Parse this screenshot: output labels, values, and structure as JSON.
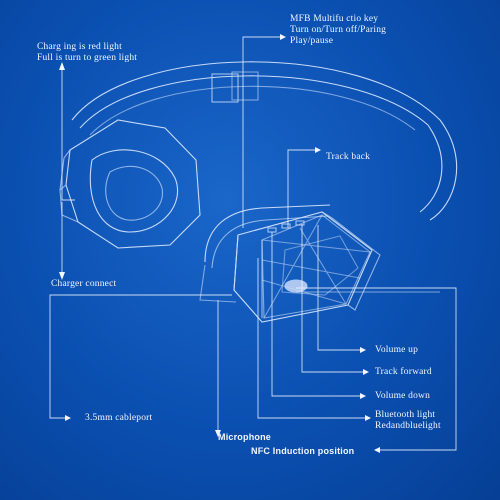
{
  "labels": {
    "mfb_line1": "MFB Multifu ctio key",
    "mfb_line2": "Turn on/Turn off/Paring",
    "mfb_line3": "Play/pause",
    "charging_line1": "Charg ing is red light",
    "charging_line2": "Full is turn to   green light",
    "track_back": "Track back",
    "charger_connect": "Charger connect",
    "volume_up": "Volume up",
    "track_forward": "Track forward",
    "volume_down": "Volume down",
    "bluetooth_line1": "Bluetooth light",
    "bluetooth_line2": "Redandbluelight",
    "cable_port": "3.5mm cableport",
    "microphone": "Microphone",
    "nfc": "NFC Induction position"
  },
  "colors": {
    "background": "#0a4fb0",
    "line": "#e8f0ff"
  }
}
